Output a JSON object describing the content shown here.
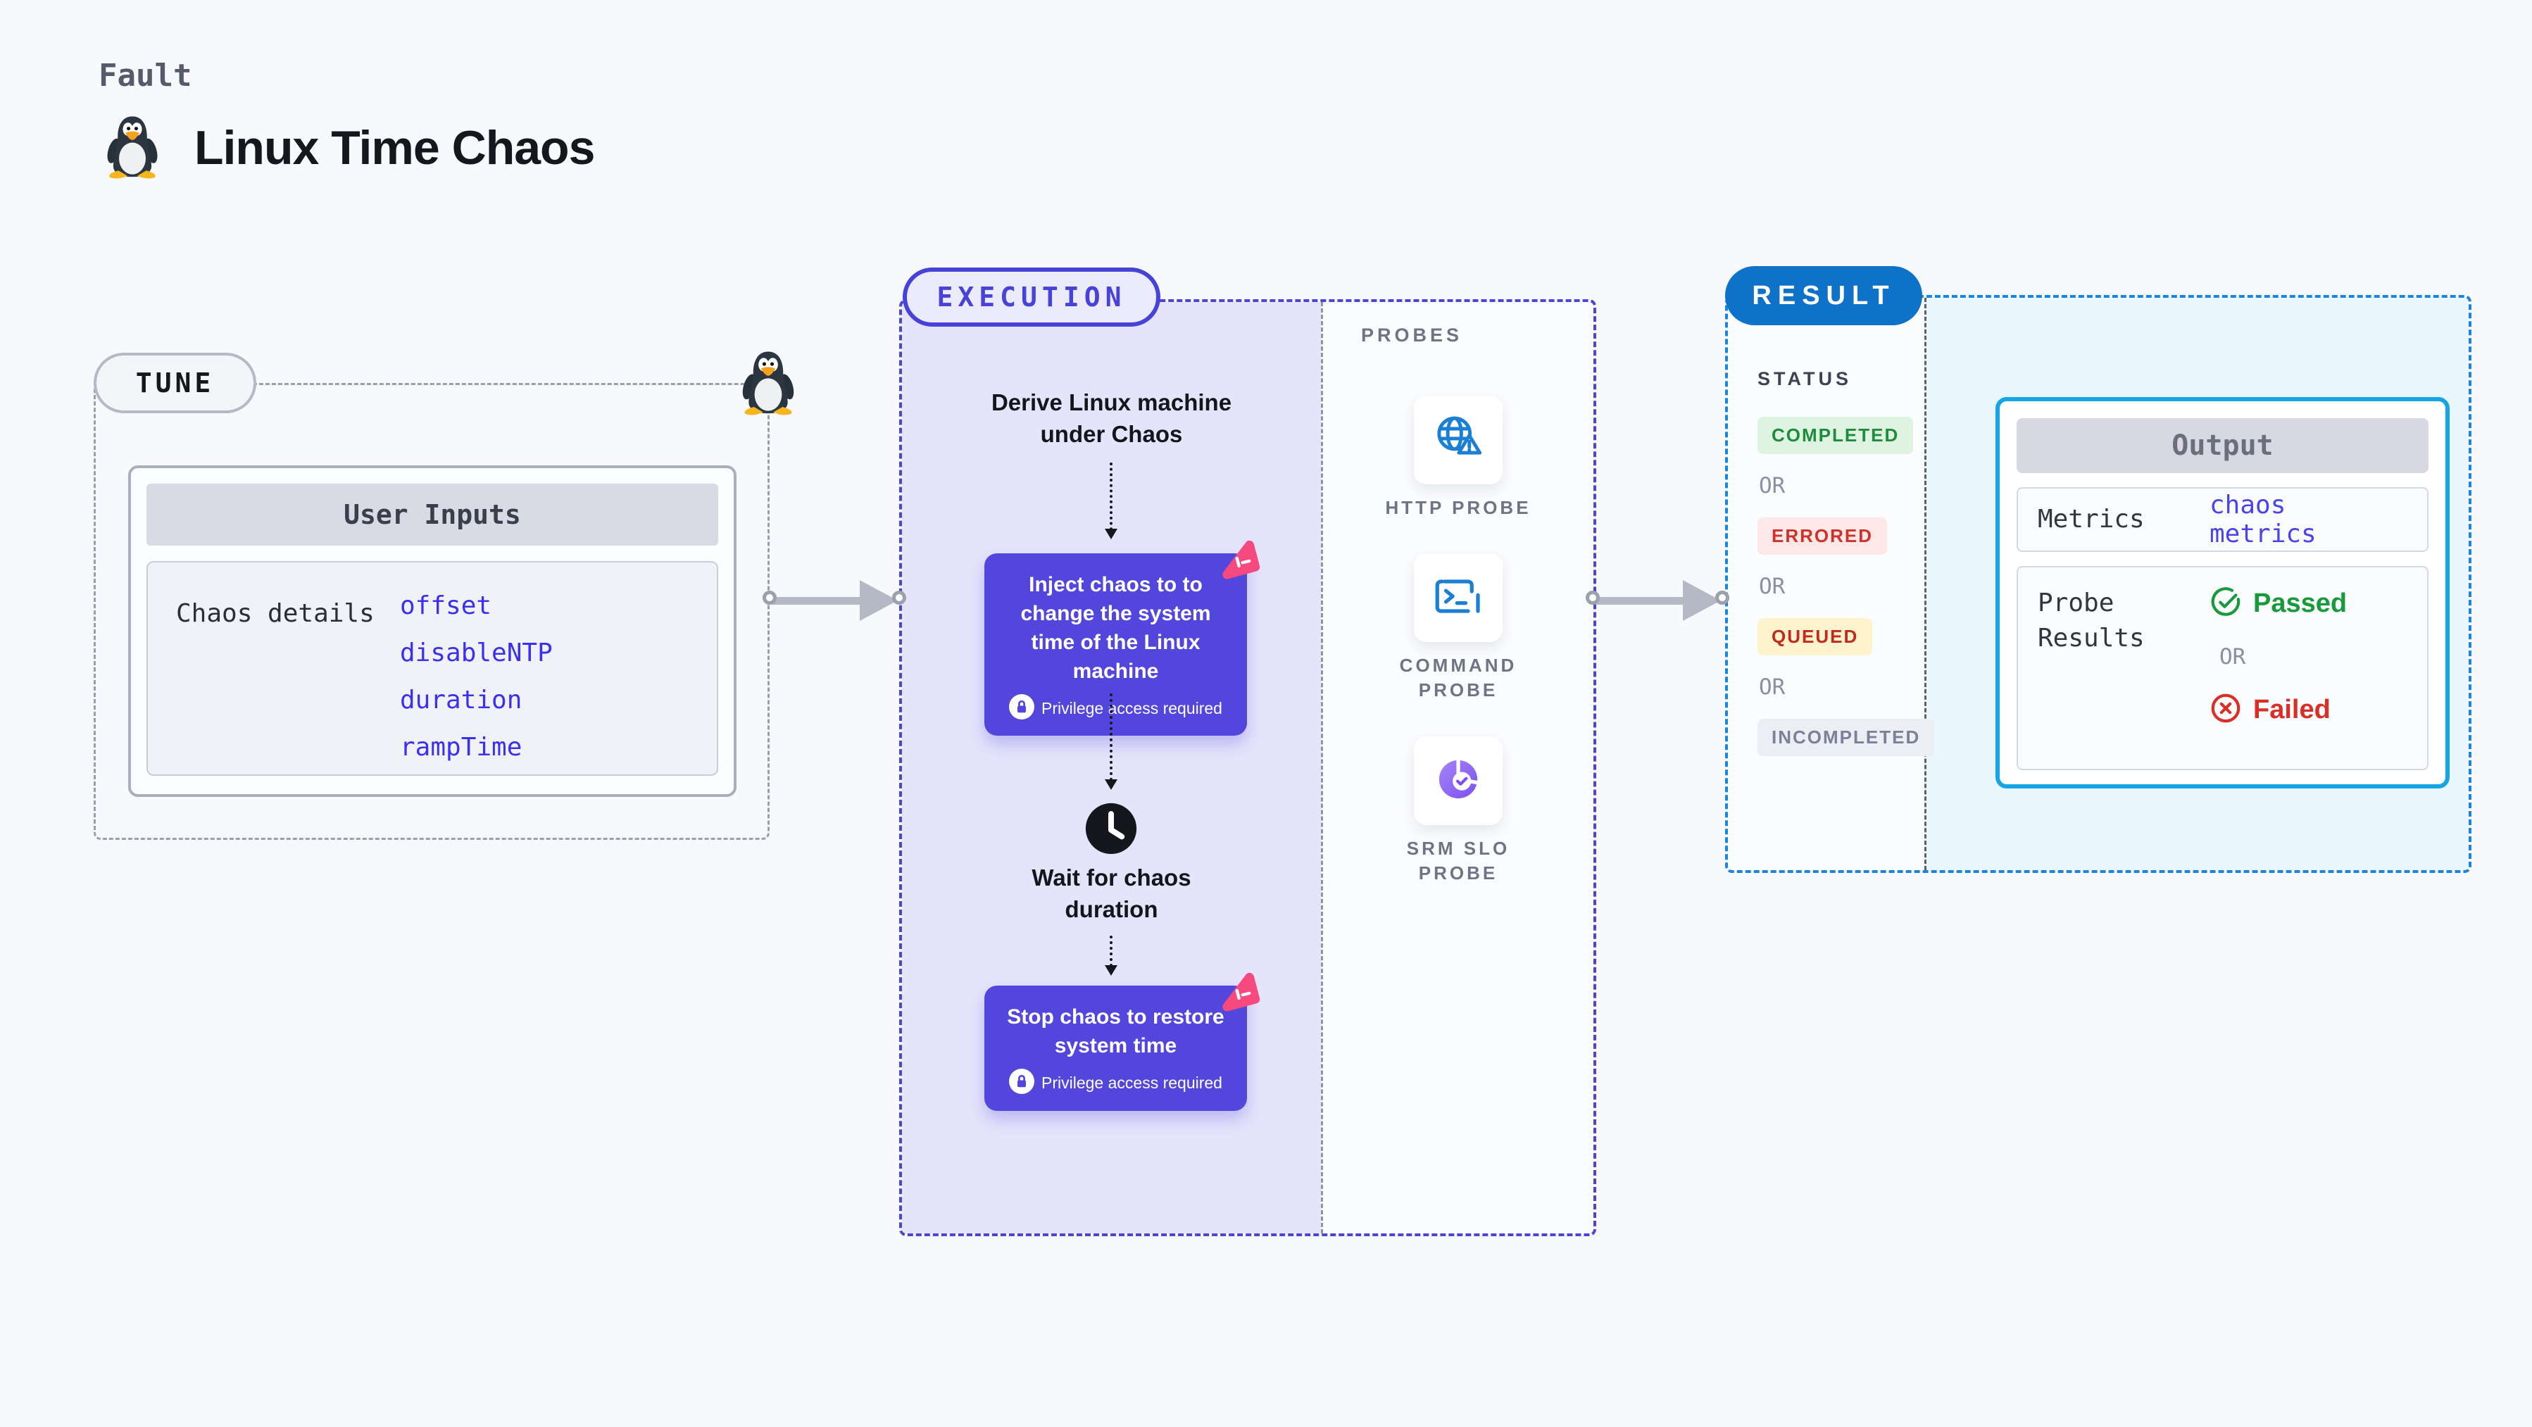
{
  "header": {
    "kicker": "Fault",
    "title": "Linux Time Chaos"
  },
  "tune": {
    "pill": "TUNE",
    "card_title": "User Inputs",
    "row_label": "Chaos details",
    "inputs": [
      "offset",
      "disableNTP",
      "duration",
      "rampTime"
    ]
  },
  "execution": {
    "pill": "EXECUTION",
    "entry": "Derive Linux machine under Chaos",
    "inject": {
      "title": "Inject chaos to to change the system time of the Linux machine",
      "badge": "Privilege access required"
    },
    "wait": "Wait for chaos duration",
    "stop": {
      "title": "Stop chaos to restore system time",
      "badge": "Privilege access required"
    }
  },
  "probes": {
    "heading": "PROBES",
    "items": [
      {
        "label": "HTTP PROBE",
        "icon": "globe-warning-icon"
      },
      {
        "label": "COMMAND PROBE",
        "icon": "terminal-icon"
      },
      {
        "label": "SRM SLO PROBE",
        "icon": "slo-pie-icon"
      }
    ]
  },
  "result": {
    "pill": "RESULT",
    "status_heading": "STATUS",
    "or": "OR",
    "statuses": [
      {
        "label": "COMPLETED",
        "bg": "#def3e0",
        "color": "#1d8c3c"
      },
      {
        "label": "ERRORED",
        "bg": "#fce8e6",
        "color": "#cf322b"
      },
      {
        "label": "QUEUED",
        "bg": "#fdf3cd",
        "color": "#c02a1f"
      },
      {
        "label": "INCOMPLETED",
        "bg": "#eceef4",
        "color": "#7b8196"
      }
    ],
    "output": {
      "title": "Output",
      "metrics_label": "Metrics",
      "metrics_value": "chaos metrics",
      "probe_results_label": "Probe Results",
      "passed": "Passed",
      "failed": "Failed"
    }
  },
  "colors": {
    "page_bg": "#f8f9fc",
    "accent_indigo": "#4742d8",
    "node_purple": "#5246dd",
    "execution_fill": "#e5e4fb",
    "result_blue": "#0e72c8",
    "result_dash": "#1a85da",
    "output_border": "#14a5e2",
    "output_fill": "#e9f6fd",
    "probe_icon_blue": "#1b7fd4",
    "srm_purple": "#8450f0",
    "pink_logo": "#f5497f",
    "passed_green": "#189a3c",
    "failed_red": "#da2f26",
    "link_blue": "#3b30ee",
    "tux_body": "#2b3640",
    "tux_feet": "#f6b51c"
  }
}
